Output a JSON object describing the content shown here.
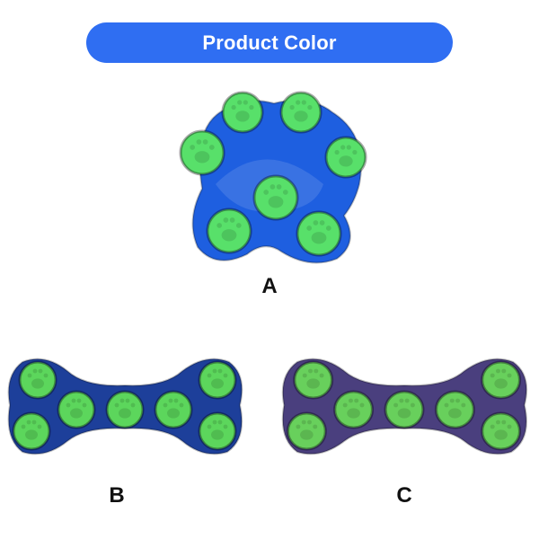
{
  "header": {
    "title": "Product Color",
    "color": "#2f6ef2"
  },
  "products": [
    {
      "label": "A",
      "shape": "paw-icon",
      "body_color": "#1e5fe0",
      "cup_color": "#58e06a"
    },
    {
      "label": "B",
      "shape": "bone-icon",
      "body_color": "#1d3f9a",
      "cup_color": "#5cd65c"
    },
    {
      "label": "C",
      "shape": "bone-icon",
      "body_color": "#4a3f7e",
      "cup_color": "#68d05c"
    }
  ]
}
